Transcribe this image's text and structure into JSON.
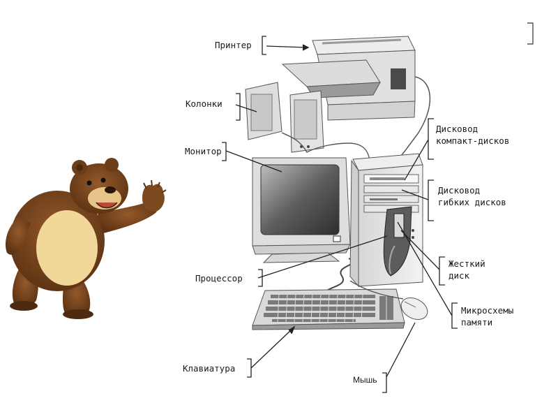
{
  "labels": {
    "printer": "Принтер",
    "speakers": "Колонки",
    "monitor": "Монитор",
    "processor": "Процессор",
    "keyboard": "Клавиатура",
    "cd_drive_line1": "Дисковод",
    "cd_drive_line2": "компакт-дисков",
    "floppy_line1": "Дисковод",
    "floppy_line2": "гибких дисков",
    "hdd_line1": "Жесткий",
    "hdd_line2": "диск",
    "memory_line1": "Микросхемы",
    "memory_line2": "памяти",
    "mouse": "Мышь"
  },
  "colors": {
    "line": "#222222",
    "device_light": "#e9e9e9",
    "device_mid": "#c4c4c4",
    "device_dark": "#555555",
    "bear_fur": "#7a4a1e",
    "bear_belly": "#f2d79a"
  }
}
